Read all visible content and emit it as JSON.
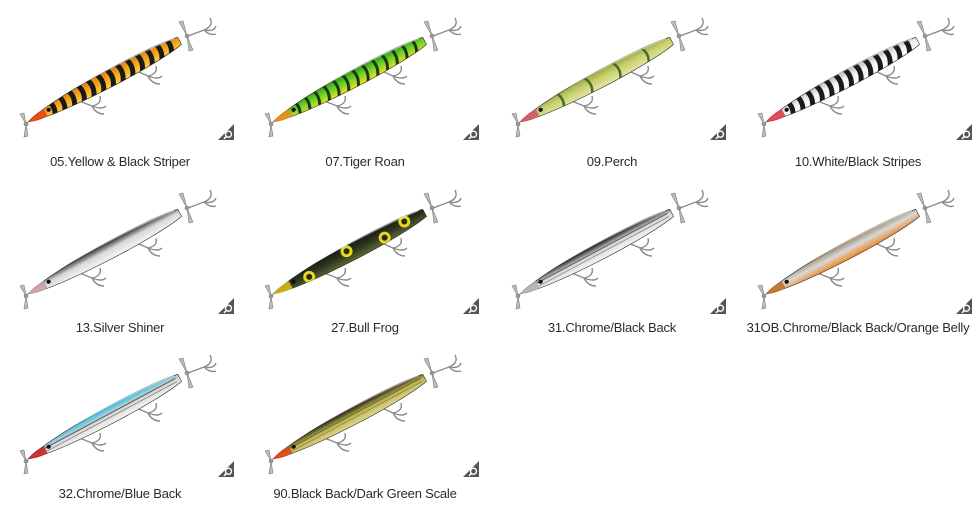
{
  "products": [
    {
      "label": "05.Yellow & Black Striper",
      "body": "#f2a51a",
      "belly": "#ffd24a",
      "back": "#e07d10",
      "nose": "#e0401a",
      "pattern": "stripes",
      "patternColor": "#1a1a1a"
    },
    {
      "label": "07.Tiger Roan",
      "body": "#6ad22a",
      "belly": "#f4e01c",
      "back": "#2f9a18",
      "nose": "#f08a20",
      "pattern": "tiger",
      "patternColor": "#183a10"
    },
    {
      "label": "09.Perch",
      "body": "#c8d070",
      "belly": "#e6e6a0",
      "back": "#98a840",
      "nose": "#d0506a",
      "pattern": "bands",
      "patternColor": "#4a6a28"
    },
    {
      "label": "10.White/Black Stripes",
      "body": "#f2f2f2",
      "belly": "#ffffff",
      "back": "#bbbbbb",
      "nose": "#e03040",
      "pattern": "stripes",
      "patternColor": "#1a1a1a"
    },
    {
      "label": "13.Silver Shiner",
      "body": "#d8d8dc",
      "belly": "#f6f6f8",
      "back": "#2a2a2a",
      "nose": "#c8a0a0",
      "pattern": "none",
      "patternColor": "#000000"
    },
    {
      "label": "27.Bull Frog",
      "body": "#2c3320",
      "belly": "#5a6a30",
      "back": "#1a1e12",
      "nose": "#e0c020",
      "pattern": "spots",
      "patternColor": "#e6d820"
    },
    {
      "label": "31.Chrome/Black Back",
      "body": "#d6d6d6",
      "belly": "#f6f6f6",
      "back": "#101010",
      "nose": "#b0b0b0",
      "pattern": "lines",
      "patternColor": "#333333"
    },
    {
      "label": "31OB.Chrome/Black Back/Orange Belly",
      "body": "#d8d8d8",
      "belly": "#ee8a28",
      "back": "#9a8a70",
      "nose": "#c06a20",
      "pattern": "none",
      "patternColor": "#000000"
    },
    {
      "label": "32.Chrome/Blue Back",
      "body": "#d6d6d6",
      "belly": "#f4f4f4",
      "back": "#28b8e0",
      "nose": "#c81818",
      "pattern": "lines",
      "patternColor": "#222222"
    },
    {
      "label": "90.Black Back/Dark Green Scale",
      "body": "#b8b050",
      "belly": "#e0d890",
      "back": "#1a1a10",
      "nose": "#e04010",
      "pattern": "lines",
      "patternColor": "#5a5420"
    }
  ],
  "icons": {
    "zoom": "magnifier-icon",
    "hook": "treble-hook-icon",
    "prop": "propeller-icon"
  }
}
